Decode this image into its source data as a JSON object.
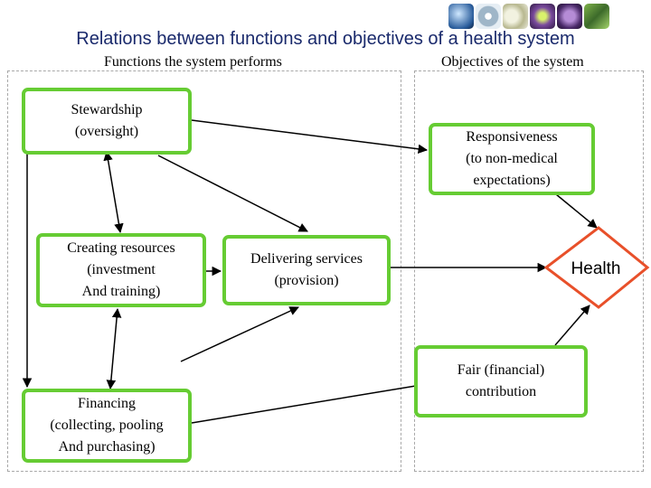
{
  "title": "Relations between functions and objectives of a health system",
  "left_header": "Functions the system performs",
  "right_header": "Objectives of the system",
  "functions": {
    "stewardship": "Stewardship\n(oversight)",
    "creating_resources": "Creating resources\n(investment\nAnd training)",
    "financing": "Financing\n(collecting, pooling\nAnd purchasing)",
    "delivering": "Delivering services\n(provision)"
  },
  "objectives": {
    "responsiveness": "Responsiveness\n(to non-medical\nexpectations)",
    "fair": "Fair (financial)\ncontribution",
    "health": "Health"
  },
  "colors": {
    "function_border": "#66cc33",
    "health_border": "#e8502a",
    "title": "#1a2a6c"
  },
  "header_icons": [
    "globe-icon",
    "disc-icon",
    "pills-icon",
    "cell-icon",
    "virus-icon",
    "bacteria-icon"
  ]
}
